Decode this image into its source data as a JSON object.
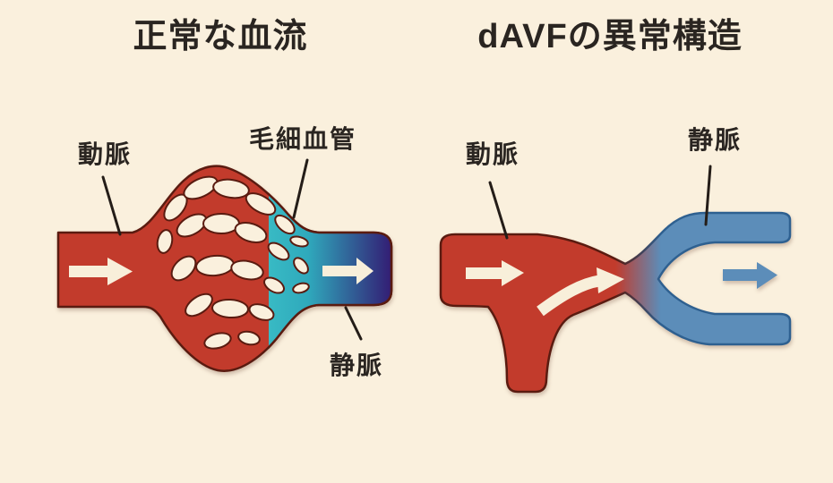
{
  "titles": {
    "left": "正常な血流",
    "right": "dAVFの異常構造"
  },
  "labels": {
    "left_artery": "動脈",
    "left_capillary": "毛細血管",
    "left_vein": "静脈",
    "right_artery": "動脈",
    "right_vein": "静脈"
  },
  "colors": {
    "background": "#faf0dd",
    "artery_red": "#c23b2c",
    "artery_outline": "#5a1b10",
    "capillary_teal": "#38bac4",
    "capillary_teal_mid": "#2fa9bc",
    "vein_indigo": "#331d74",
    "vein_blue": "#5c8db9",
    "vein_blue_outline": "#2e6090",
    "flow_arrow_cream": "#f8efda",
    "label_text": "#2a2521",
    "leader_line": "#241d18"
  }
}
